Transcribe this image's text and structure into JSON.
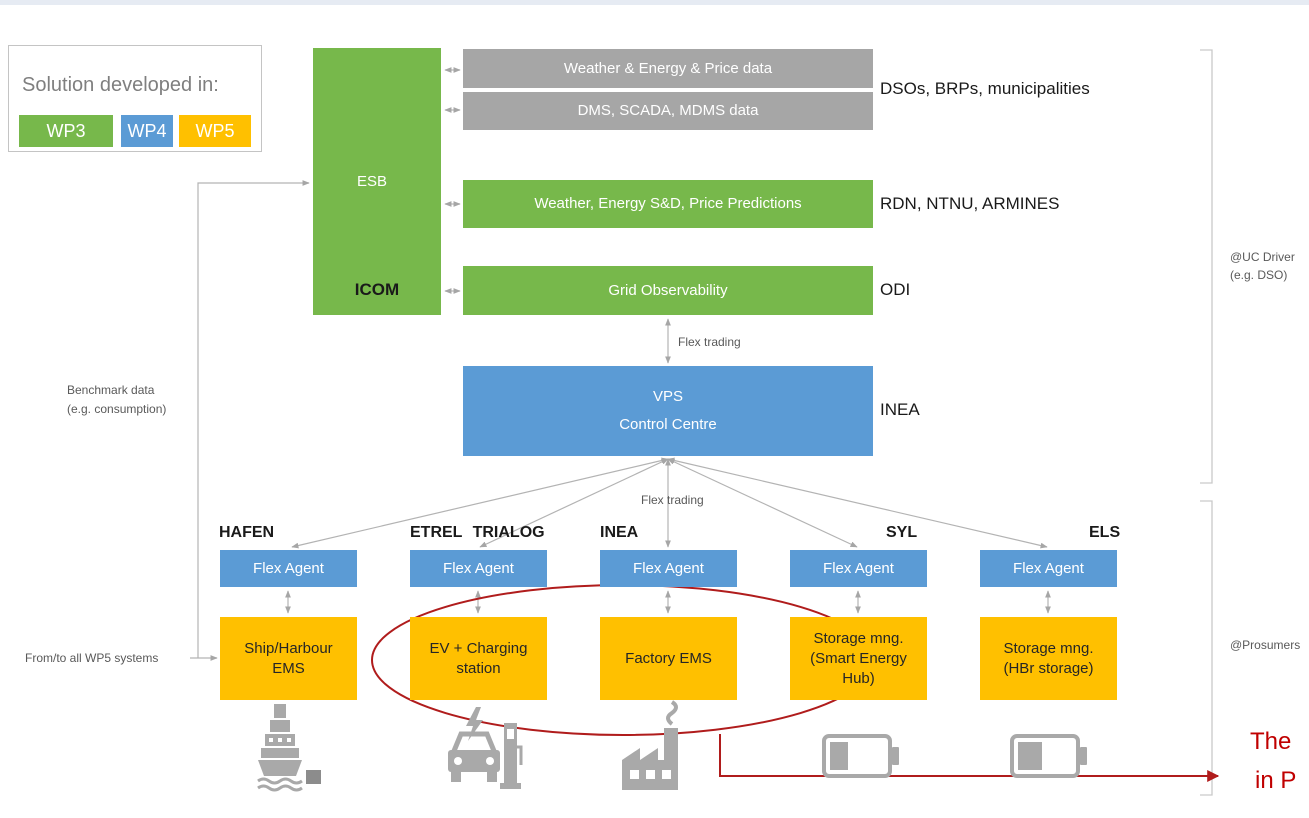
{
  "colors": {
    "green": "#77b84b",
    "blue": "#5b9bd5",
    "yellow": "#ffc000",
    "gray": "#a6a6a6",
    "red": "#b01c1c",
    "callout": "#c00000",
    "icon": "#a9a9a9"
  },
  "legend": {
    "title": "Solution developed in:",
    "items": [
      {
        "label": "WP3",
        "color": "#77b84b"
      },
      {
        "label": "WP4",
        "color": "#5b9bd5"
      },
      {
        "label": "WP5",
        "color": "#ffc000"
      }
    ]
  },
  "core": {
    "esb": "ESB",
    "icom": "ICOM"
  },
  "services": [
    {
      "label": "Weather & Energy & Price data"
    },
    {
      "label": "DMS, SCADA, MDMS data"
    },
    {
      "label": "Weather, Energy S&D, Price Predictions"
    },
    {
      "label": "Grid Observability"
    }
  ],
  "providers": {
    "data": "DSOs, BRPs, municipalities",
    "predictions": "RDN, NTNU, ARMINES",
    "observability": "ODI"
  },
  "vps": {
    "title": "VPS",
    "subtitle": "Control Centre",
    "provider": "INEA"
  },
  "links": {
    "grid_to_vps": "Flex trading",
    "vps_to_agents": "Flex trading"
  },
  "notes": {
    "benchmark": [
      "Benchmark data",
      "(e.g. consumption)"
    ],
    "wp5_systems": "From/to all WP5 systems"
  },
  "partners": [
    {
      "name": "HAFEN",
      "agent": "Flex Agent",
      "ems": [
        "Ship/Harbour",
        "EMS"
      ],
      "icon": "ship-icon"
    },
    {
      "name": "ETREL TRIALOG",
      "agent": "Flex Agent",
      "ems": [
        "EV + Charging",
        "station"
      ],
      "icon": "ev-charging-icon"
    },
    {
      "name": "INEA",
      "agent": "Flex Agent",
      "ems": [
        "Factory EMS"
      ],
      "icon": "factory-icon"
    },
    {
      "name": "SYL",
      "agent": "Flex Agent",
      "ems": [
        "Storage mng.",
        "(Smart Energy",
        "Hub)"
      ],
      "icon": "battery-low-icon"
    },
    {
      "name": "ELS",
      "agent": "Flex Agent",
      "ems": [
        "Storage mng.",
        "(HBr storage)"
      ],
      "icon": "battery-low-icon"
    }
  ],
  "scopes": {
    "uc_driver": [
      "@UC Driver",
      "(e.g. DSO)"
    ],
    "prosumers": "@Prosumers"
  },
  "callout": [
    "The",
    "in P"
  ]
}
